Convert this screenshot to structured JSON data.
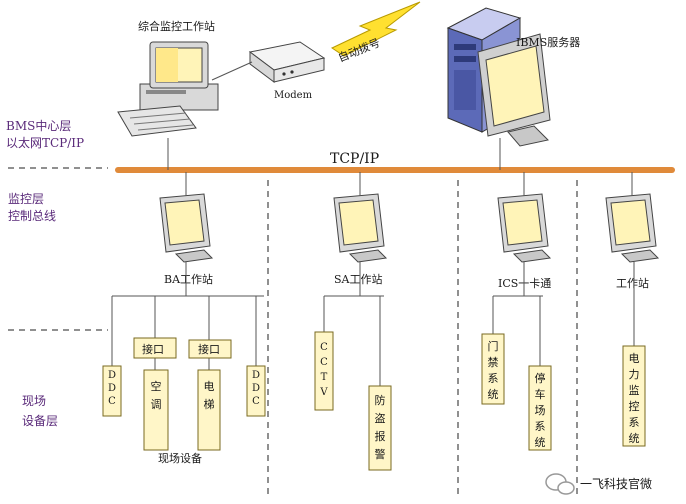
{
  "layers": {
    "center": [
      "BMS中心层",
      "以太网TCP/IP"
    ],
    "monitor": [
      "监控层",
      "控制总线"
    ],
    "field": [
      "现场",
      "设备层"
    ]
  },
  "bus_label": "TCP/IP",
  "top": {
    "workstation": "综合监控工作站",
    "modem": "Modem",
    "dialup": "自动拨号",
    "server": "IBMS服务器"
  },
  "workstations": [
    "BA工作站",
    "SA工作站",
    "ICS一卡通",
    "工作站"
  ],
  "field_devices": {
    "ddc_left": "DDC",
    "interface_1": "接口",
    "interface_2": "接口",
    "aircon": "空调",
    "elevator": "电梯",
    "ddc_right": "DDC",
    "cctv": "CCTV",
    "alarm": "防盗报警",
    "access": "门禁系统",
    "parking": "停车场系统",
    "power": "电力监控系统"
  },
  "field_group_label": "现场设备",
  "watermark": "一飞科技官微",
  "colors": {
    "bus": "#e08a3a",
    "layer_text": "#5a2a7a",
    "box_fill": "#fff6c8",
    "bolt": "#ffe030"
  }
}
